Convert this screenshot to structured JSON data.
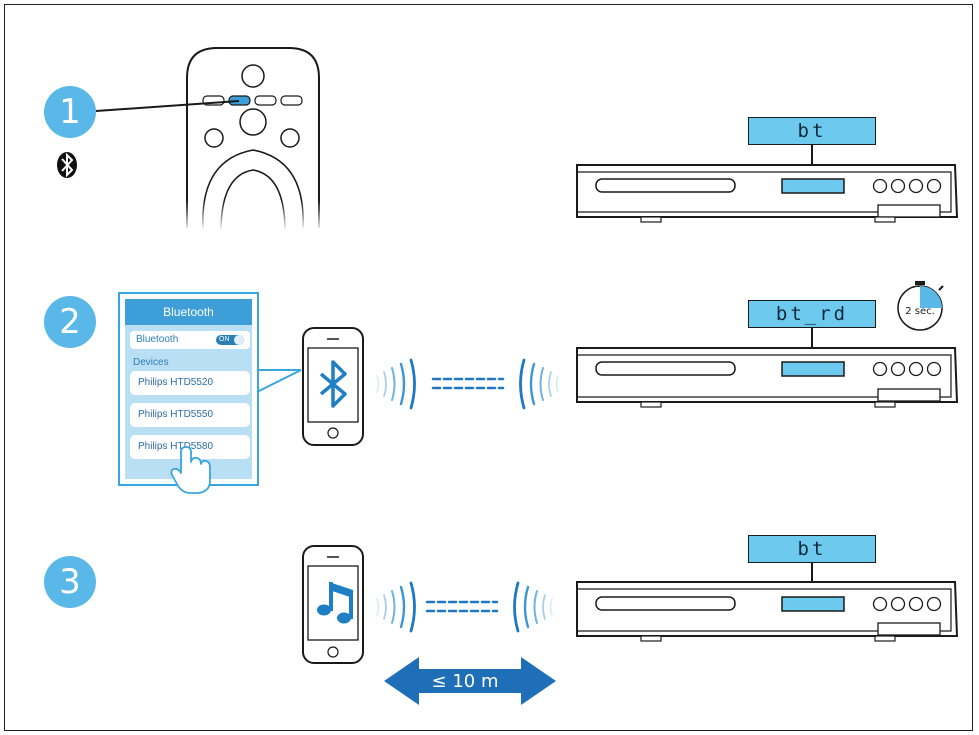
{
  "steps": [
    {
      "number": "1",
      "display": "bt"
    },
    {
      "number": "2",
      "display": "bt_rd"
    },
    {
      "number": "3",
      "display": "bt"
    }
  ],
  "bluetooth_panel": {
    "title": "Bluetooth",
    "toggle_label": "Bluetooth",
    "toggle_state": "ON",
    "devices_header": "Devices",
    "devices": [
      "Philips HTD5520",
      "Philips HTD5550",
      "Philips HTD5580"
    ]
  },
  "timer": {
    "label": "2 sec."
  },
  "range": {
    "label": "≤ 10 m"
  },
  "colors": {
    "accent": "#5ab8e8",
    "lcd": "#6ec9ef",
    "arrow": "#1f6fb8"
  },
  "icons": [
    "remote-control",
    "bluetooth-icon",
    "smartphone",
    "music-note-icon",
    "timer-icon",
    "hand-pointer-icon",
    "double-arrow"
  ]
}
